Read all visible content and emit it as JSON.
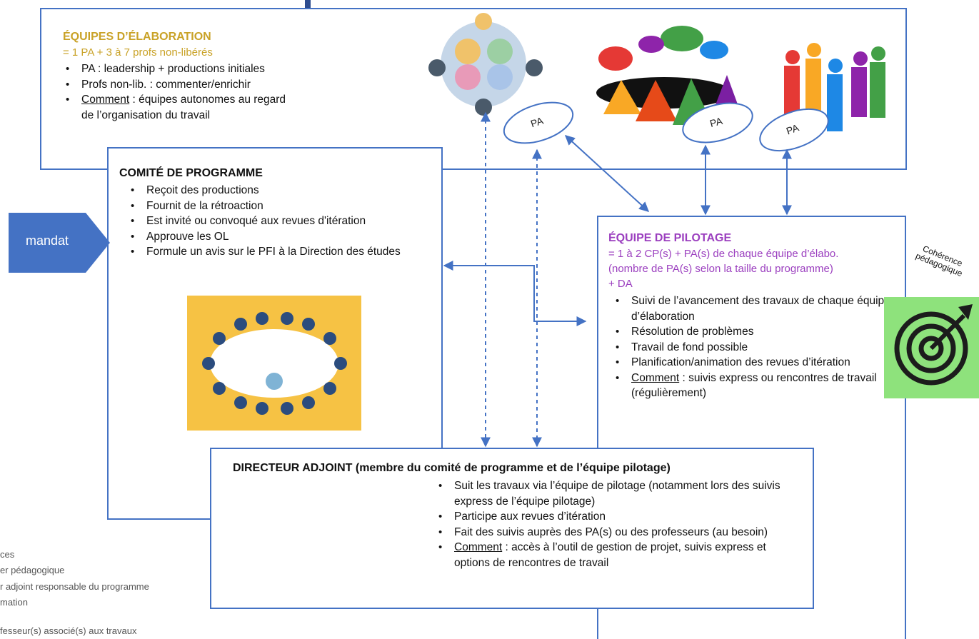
{
  "equipes_elaboration": {
    "title": "ÉQUIPES D’ÉLABORATION",
    "subtitle": "= 1 PA + 3 à 7 profs non-libérés",
    "items": [
      "PA : leadership + productions initiales",
      "Profs non-lib. : commenter/enrichir"
    ],
    "comment_label": "Comment",
    "comment_text": " : équipes autonomes au regard",
    "comment_text2": "de l’organisation du travail"
  },
  "comite": {
    "title": "COMITÉ DE PROGRAMME",
    "items": [
      "Reçoit des productions",
      "Fournit de la rétroaction",
      "Est invité ou convoqué aux revues d'itération",
      "Approuve les OL",
      "Formule un avis sur le PFI à la Direction des études"
    ]
  },
  "mandat": {
    "label": "mandat"
  },
  "pilotage": {
    "title": "ÉQUIPE DE PILOTAGE",
    "subtitle_lines": [
      "= 1 à 2 CP(s) + PA(s) de chaque équipe d’élabo.",
      "(nombre de PA(s) selon la taille du programme)",
      "+ DA"
    ],
    "items": [
      "Suivi de l’avancement des travaux de chaque équipe d’élaboration",
      "Résolution de problèmes",
      "Travail de fond possible",
      "Planification/animation des revues d’itération"
    ],
    "comment_label": "Comment",
    "comment_text": " : suivis express ou rencontres de travail (régulièrement)"
  },
  "coherence": {
    "line1": "Cohérence",
    "line2": "pédagogique"
  },
  "directeur": {
    "title": "DIRECTEUR ADJOINT (membre du comité de programme et de l’équipe pilotage)",
    "items": [
      "Suit les travaux via l’équipe de pilotage (notamment lors des suivis express de l’équipe pilotage)",
      "Participe aux revues d’itération",
      "Fait des suivis auprès des PA(s) ou des professeurs (au besoin)"
    ],
    "comment_label": "Comment",
    "comment_text": " : accès à l’outil de gestion de projet, suivis express et options de rencontres de travail"
  },
  "pa_bubbles": [
    "PA",
    "PA",
    "PA"
  ],
  "legend": [
    "ces",
    "er pédagogique",
    "r adjoint responsable du programme",
    "mation",
    "",
    "fesseur(s) associé(s) aux travaux"
  ],
  "colors": {
    "accent_blue": "#4472c4",
    "gold": "#c9a227",
    "purple": "#9b3fbf",
    "mandat_bg": "#4472c4",
    "table_bg": "#f6c244",
    "target_bg": "#8ee27c"
  }
}
